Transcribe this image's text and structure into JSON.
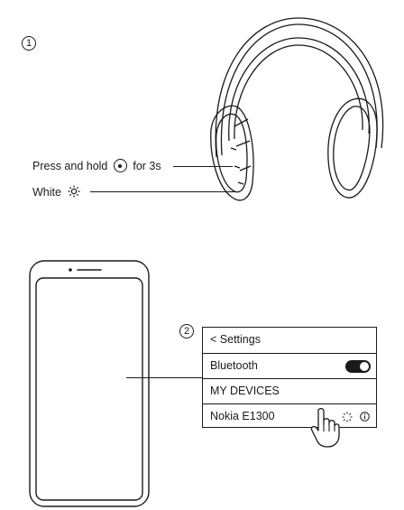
{
  "steps": {
    "step1_number": "1",
    "step2_number": "2"
  },
  "headphones": {
    "callout_press": "Press and hold",
    "callout_press_suffix": "for 3s",
    "callout_led": "White",
    "power_button_icon": "power-button-icon",
    "led_icon": "sun-icon"
  },
  "phone": {
    "settings": {
      "back_chevron": "<",
      "title": "Settings",
      "bluetooth_label": "Bluetooth",
      "bluetooth_on": true,
      "section_header": "MY DEVICES",
      "device_name": "Nokia E1300",
      "device_status_icon": "spinner-icon",
      "device_info_icon": "info-icon"
    }
  }
}
